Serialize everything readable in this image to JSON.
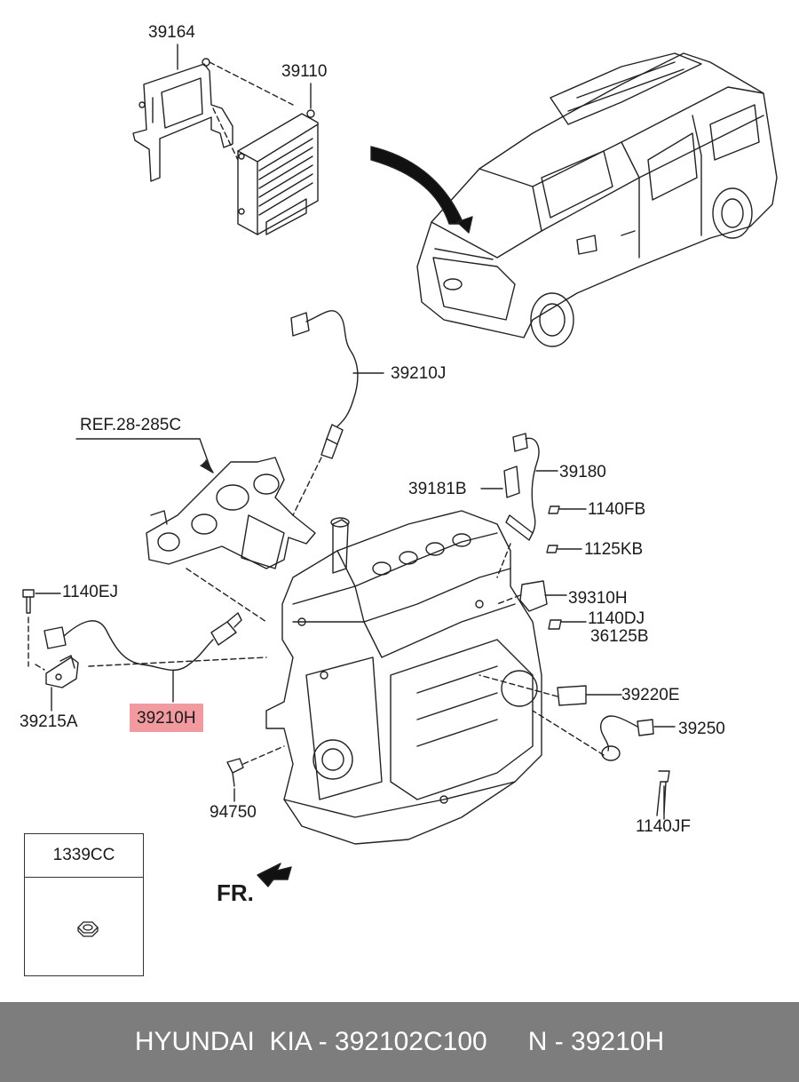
{
  "labels": {
    "p39164": "39164",
    "p39110": "39110",
    "p39210J": "39210J",
    "ref": "REF.28-285C",
    "p39180": "39180",
    "p39181B": "39181B",
    "p1140FB": "1140FB",
    "p1125KB": "1125KB",
    "p1140EJ": "1140EJ",
    "p39310H": "39310H",
    "p1140DJ": "1140DJ",
    "p36125B": "36125B",
    "p39220E": "39220E",
    "p39250": "39250",
    "p39215A": "39215A",
    "p39210H": "39210H",
    "p94750": "94750",
    "p1140JF": "1140JF"
  },
  "highlight_color": "#f19aa0",
  "direction": "FR.",
  "legend": {
    "code": "1339CC",
    "icon": "nut-icon"
  },
  "footer": {
    "brand": "HYUNDAI  KIA - 392102C100",
    "oem": "N - 39210H",
    "background": "#7d7d7d"
  }
}
